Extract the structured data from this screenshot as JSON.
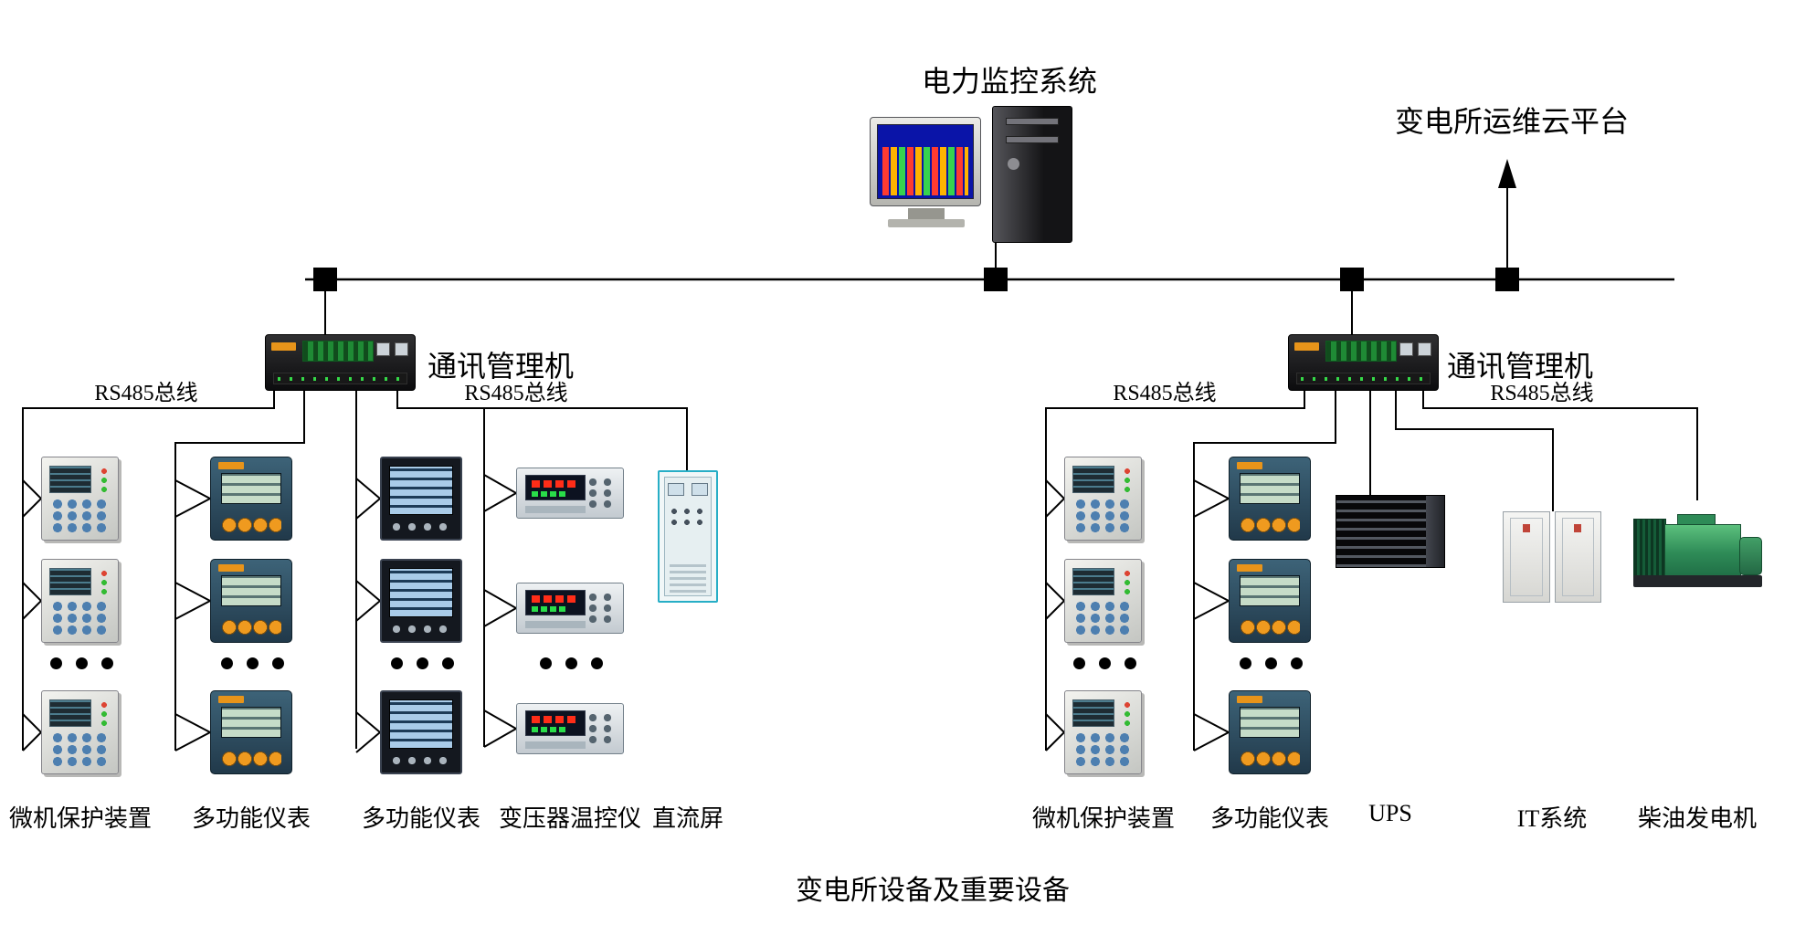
{
  "labels": {
    "system_title": "电力监控系统",
    "cloud_platform": "变电所运维云平台",
    "gateway_left": "通讯管理机",
    "gateway_right": "通讯管理机",
    "bottom_caption": "变电所设备及重要设备"
  },
  "rs485_labels": [
    "RS485总线",
    "RS485总线",
    "RS485总线",
    "RS485总线"
  ],
  "left_group": {
    "devices": [
      {
        "label": "微机保护装置",
        "type": "protection-relay",
        "count": 3
      },
      {
        "label": "多功能仪表",
        "type": "multifunction-meter",
        "count": 3
      },
      {
        "label": "多功能仪表",
        "type": "multifunction-meter",
        "count": 3
      },
      {
        "label": "变压器温控仪",
        "type": "transformer-temp-controller",
        "count": 3
      },
      {
        "label": "直流屏",
        "type": "dc-screen-cabinet",
        "count": 1
      }
    ]
  },
  "right_group": {
    "devices": [
      {
        "label": "微机保护装置",
        "type": "protection-relay",
        "count": 3
      },
      {
        "label": "多功能仪表",
        "type": "multifunction-meter",
        "count": 3
      },
      {
        "label": "UPS",
        "type": "ups-rack",
        "count": 1
      },
      {
        "label": "IT系统",
        "type": "it-cabinets",
        "count": 1
      },
      {
        "label": "柴油发电机",
        "type": "diesel-generator",
        "count": 1
      }
    ]
  },
  "colors": {
    "wire": "#000000",
    "accent_orange": "#e8941a",
    "meter_body": "#2d4f63",
    "generator_green": "#2e8b57",
    "dc_panel_trim": "#27aec6"
  }
}
